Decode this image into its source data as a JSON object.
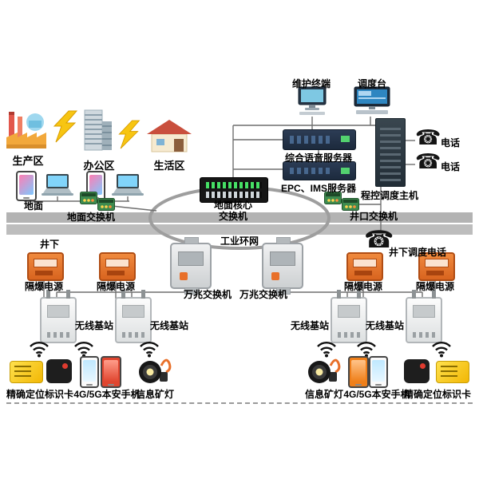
{
  "zones": {
    "production": "生产区",
    "office": "办公区",
    "living": "生活区"
  },
  "surface": {
    "maintenance_terminal": "维护终端",
    "dispatch_console": "调度台",
    "voice_server": "综合语音服务器",
    "epc_ims_server": "EPC、IMS服务器",
    "dispatch_host": "程控调度主机",
    "telephone_1": "电话",
    "telephone_2": "电话",
    "ground": "地面",
    "ground_switch": "地面交换机",
    "core_switch": "地面核心\n交换机",
    "wellhead_switch": "井口交换机"
  },
  "ring_label": "工业环网",
  "underground": {
    "label": "井下",
    "tg_switch_left": "万兆交换机",
    "tg_switch_right": "万兆交换机",
    "dispatch_phone": "井下调度电话",
    "power_labels": [
      "隔爆电源",
      "隔爆电源",
      "隔爆电源",
      "隔爆电源"
    ],
    "station_labels": [
      "无线基站",
      "无线基站",
      "无线基站",
      "无线基站"
    ]
  },
  "terminals": {
    "left": {
      "card": "精确定位标识卡",
      "phone": "4G/5G本安手机",
      "lamp": "信息矿灯"
    },
    "right": {
      "lamp": "信息矿灯",
      "phone": "4G/5G本安手机",
      "card": "精确定位标识卡"
    }
  },
  "icons": {
    "telephone_glyph": "☎"
  },
  "colors": {
    "accent_orange": "#e8702a",
    "bar_gray": "#b3b3b3",
    "line_gray": "#6e6e6e"
  }
}
